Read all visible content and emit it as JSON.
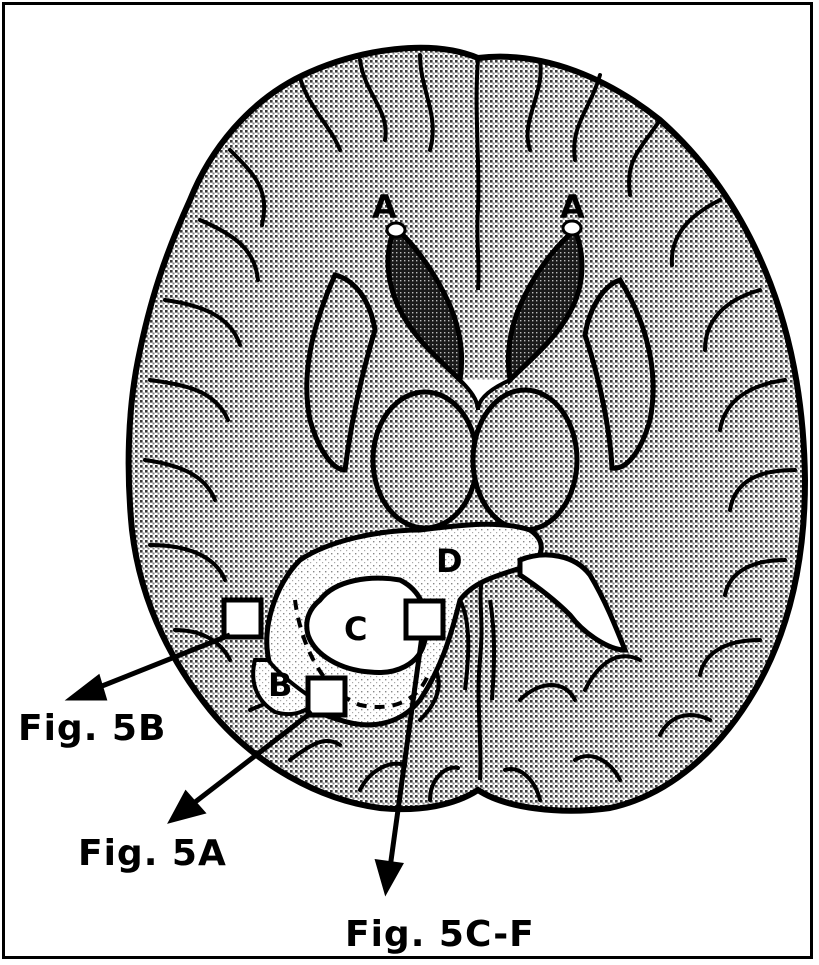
{
  "figure": {
    "region_labels": {
      "a_left": "A",
      "a_right": "A",
      "b": "B",
      "c": "C",
      "d": "D"
    },
    "callouts": {
      "fig_5b": "Fig.  5B",
      "fig_5a": "Fig.  5A",
      "fig_5cf": "Fig.  5C-F"
    }
  }
}
